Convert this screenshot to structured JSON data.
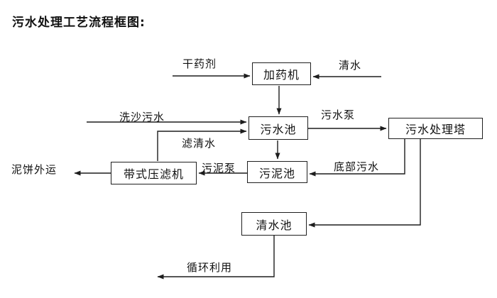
{
  "title": "污水处理工艺流程框图:",
  "nodes": {
    "dosing_machine": {
      "label": "加药机"
    },
    "sewage_pool": {
      "label": "污水池"
    },
    "treatment_tower": {
      "label": "污水处理塔"
    },
    "sludge_pool": {
      "label": "污泥池"
    },
    "belt_filter_press": {
      "label": "带式压滤机"
    },
    "clean_water_pool": {
      "label": "清水池"
    }
  },
  "flow_labels": {
    "dry_agent": "干药剂",
    "clean_water": "清水",
    "sand_washing_sewage": "洗沙污水",
    "filtered_water": "滤清水",
    "sewage_pump": "污水泵",
    "bottom_sewage": "底部污水",
    "sludge_pump": "污泥泵",
    "mud_cake_out": "泥饼外运",
    "recycle": "循环利用"
  },
  "edges": [
    {
      "from": "干药剂(外部)",
      "to": "加药机",
      "label": "干药剂"
    },
    {
      "from": "清水(外部)",
      "to": "加药机",
      "label": "清水"
    },
    {
      "from": "加药机",
      "to": "污水池",
      "label": ""
    },
    {
      "from": "洗沙污水(外部)",
      "to": "污水池",
      "label": "洗沙污水"
    },
    {
      "from": "带式压滤机",
      "to": "污水池",
      "label": "滤清水"
    },
    {
      "from": "污水池",
      "to": "污水处理塔",
      "label": "污水泵"
    },
    {
      "from": "污水池",
      "to": "污泥池",
      "label": ""
    },
    {
      "from": "污水处理塔",
      "to": "污泥池",
      "label": "底部污水"
    },
    {
      "from": "污水处理塔",
      "to": "清水池",
      "label": ""
    },
    {
      "from": "污泥池",
      "to": "带式压滤机",
      "label": "污泥泵"
    },
    {
      "from": "带式压滤机",
      "to": "泥饼外运(外部)",
      "label": "泥饼外运"
    },
    {
      "from": "清水池",
      "to": "循环利用(外部)",
      "label": "循环利用"
    }
  ],
  "colors": {
    "line": "#1d1d1d",
    "background": "#ffffff",
    "text": "#111111"
  }
}
